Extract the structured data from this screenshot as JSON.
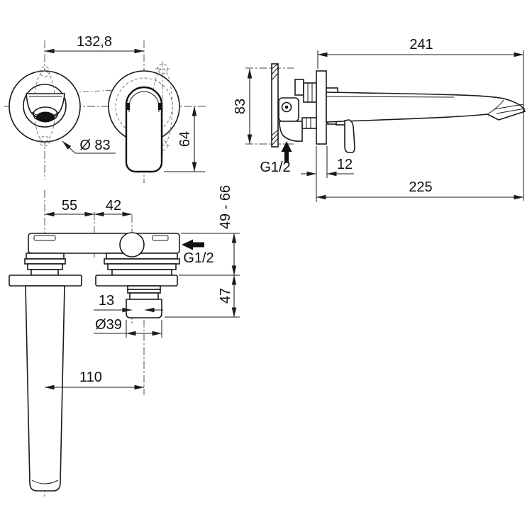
{
  "drawing": {
    "views": {
      "front": {
        "center_distance": "132,8",
        "escutcheon_diameter": "Ø 83",
        "handle_drop": "64"
      },
      "side": {
        "total_projection": "241",
        "rough_in_height": "83",
        "inlet_thread": "G1/2",
        "plate_thickness": "12",
        "spout_projection": "225"
      },
      "top": {
        "spout_to_bend": "55",
        "bend_to_valve": "42",
        "inlet_thread": "G1/2",
        "rough_in_depth_range": "49 - 66",
        "trim_projection": "47",
        "valve_offset": "13",
        "connector_diameter": "Ø39",
        "spout_to_valve": "110"
      }
    },
    "colors": {
      "line": "#1a1a1a",
      "construction": "#555555",
      "background": "#ffffff"
    }
  }
}
